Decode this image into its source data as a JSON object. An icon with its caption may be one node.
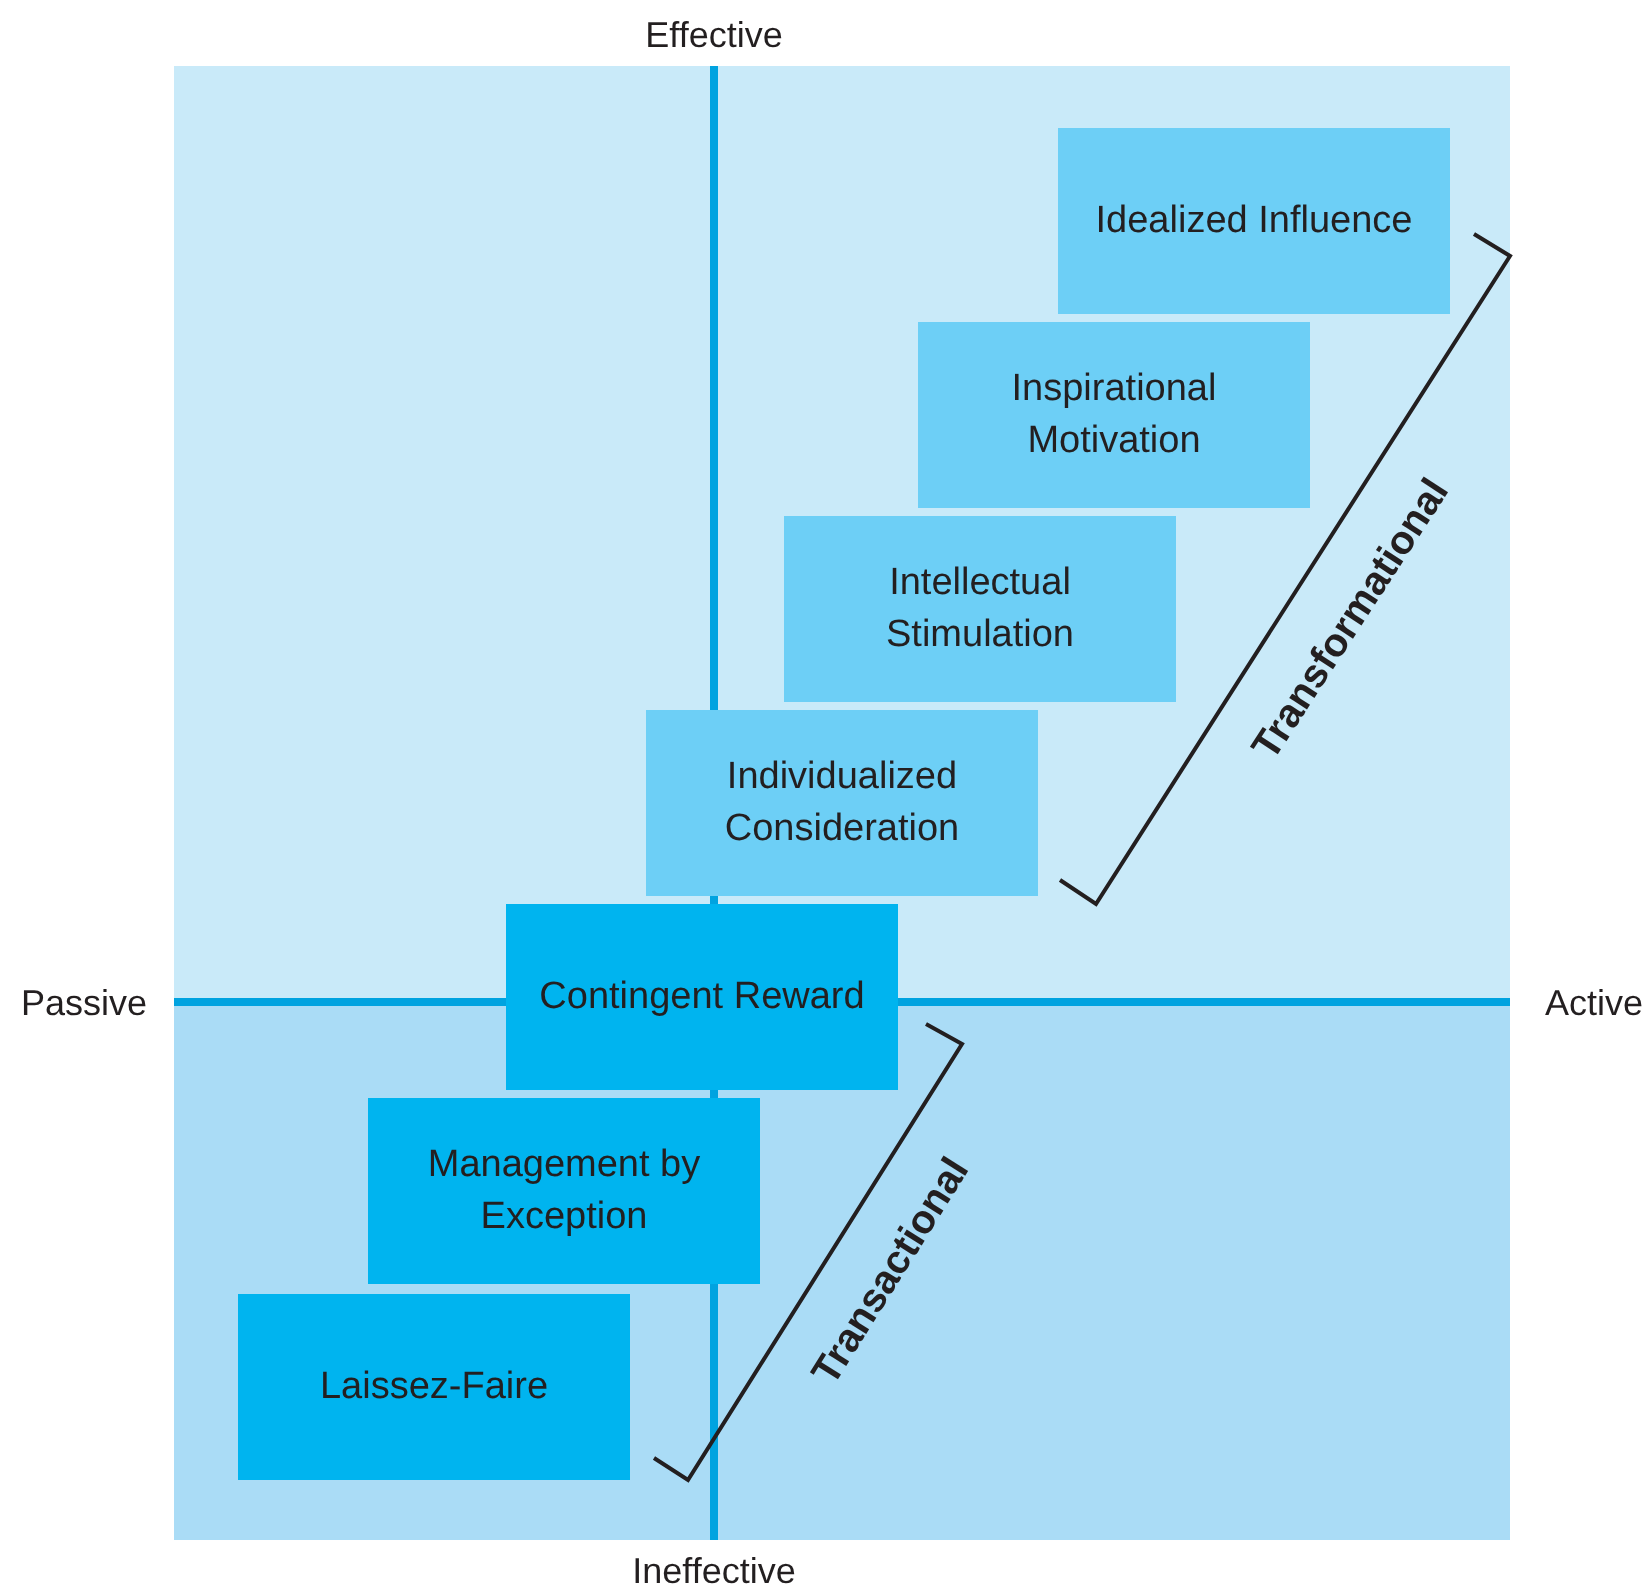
{
  "diagram": {
    "nodes": [
      {
        "text": [
          "Idealized Influence"
        ]
      },
      {
        "text": [
          "Inspirational Motivation"
        ]
      },
      {
        "text": [
          "Intellectual Stimulation"
        ]
      },
      {
        "text": [
          "Individualized Consideration"
        ]
      },
      {
        "text": [
          "Contingent Reward"
        ]
      },
      {
        "text": [
          "Management by Exception"
        ]
      },
      {
        "text": [
          "Laissez-Faire"
        ]
      }
    ],
    "edges": [],
    "labels": [
      "Effective",
      "Transformational",
      "Passive",
      "Active",
      "Transactional",
      "Ineffective"
    ]
  }
}
